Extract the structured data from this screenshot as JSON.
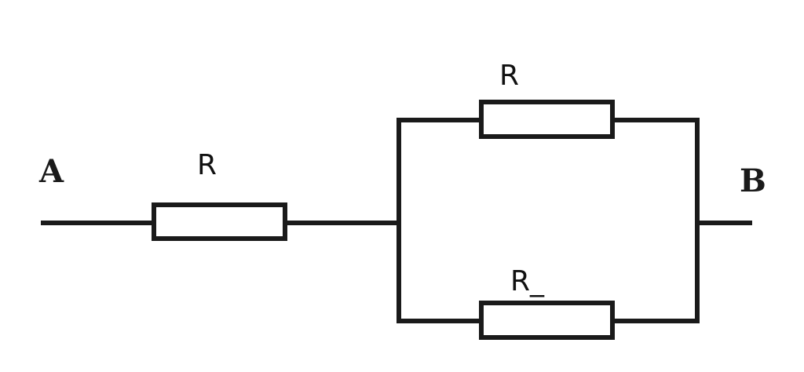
{
  "diagram": {
    "terminals": {
      "left": "A",
      "right": "B"
    },
    "resistors": {
      "series": "R",
      "parallel_top": "R",
      "parallel_bottom": "R_"
    },
    "colors": {
      "line": "#1a1a1a",
      "background": "#ffffff"
    }
  }
}
